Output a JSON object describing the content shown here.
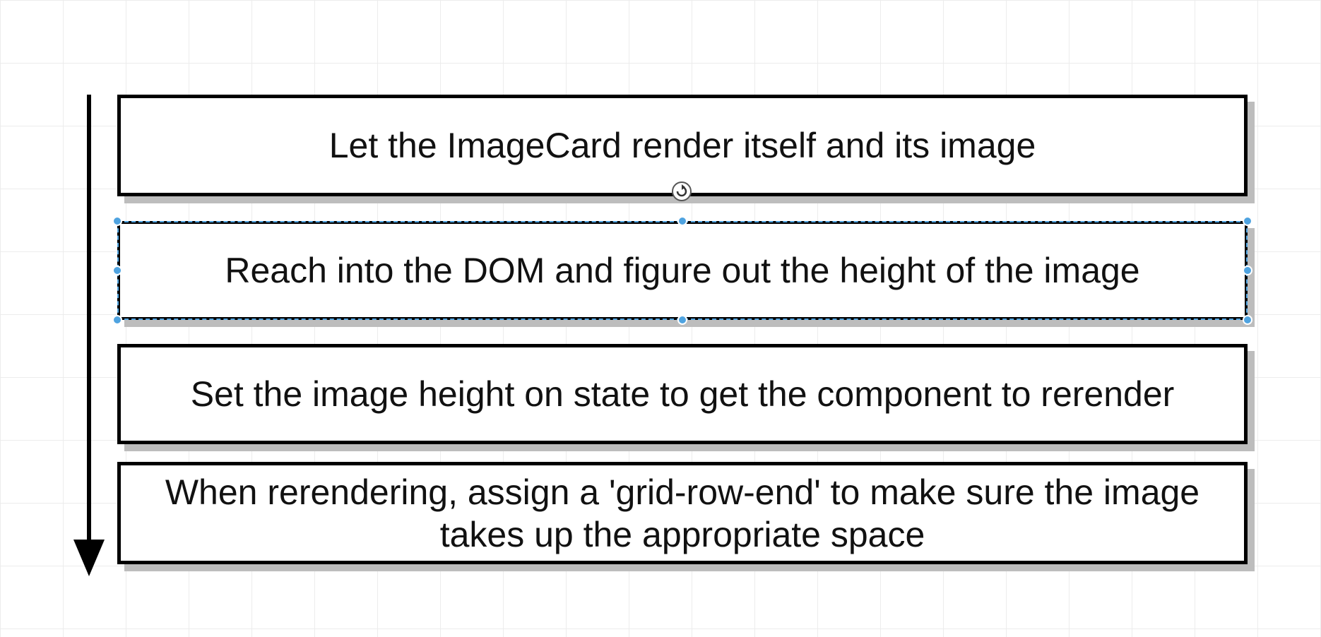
{
  "diagram": {
    "steps": [
      {
        "text": "Let the ImageCard render itself and its image"
      },
      {
        "text": "Reach into the DOM and figure out the height of the image"
      },
      {
        "text": "Set the image height on state to get the component to rerender"
      },
      {
        "text": "When rerendering, assign a 'grid-row-end' to make sure the image takes up the appropriate space"
      }
    ],
    "selected_step": 2
  },
  "colors": {
    "selection": "#4fa3e0",
    "box_border": "#000000",
    "box_shadow": "#bdbdbd",
    "grid": "#ececec"
  },
  "icons": {
    "flow_arrow": "down-arrow-icon",
    "rotate": "rotate-icon"
  }
}
